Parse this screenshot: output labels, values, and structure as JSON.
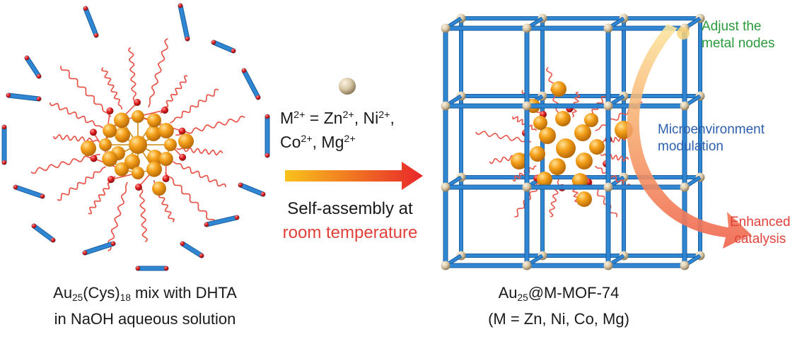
{
  "left_panel": {
    "caption_line1": {
      "species": "Au",
      "subscript_25": "25",
      "ligand": "(Cys)",
      "subscript_18": "18",
      "rest": " mix with DHTA"
    },
    "caption_line2": "in NaOH aqueous solution"
  },
  "middle": {
    "equation": {
      "m": "M",
      "charge": "2+",
      "eq_zn": " = Zn",
      "sep_ni": ", Ni",
      "sep_comma": ",",
      "co": "Co",
      "sep_mg": ", Mg"
    },
    "assembly_line1": "Self-assembly at",
    "assembly_line2": "room temperature"
  },
  "right_panel": {
    "caption_line1": {
      "species": "Au",
      "subscript_25": "25",
      "rest": "@M-MOF-74"
    },
    "caption_line2": "(M = Zn, Ni, Co, Mg)",
    "annotation_top_line1": "Adjust the",
    "annotation_top_line2": "metal nodes",
    "annotation_mid_line1": "Microenvironment",
    "annotation_mid_line2": "modulation",
    "annotation_bottom_line1": "Enhanced",
    "annotation_bottom_line2": "catalysis"
  },
  "colors": {
    "gold_atom": "#f5a11a",
    "sulfur_atom": "#e02020",
    "ligand_chain": "#e8554a",
    "linker_rod": "#2f86d3",
    "metal_node": "#d8c7a6",
    "text_green": "#2a9a3c",
    "text_blue": "#2d5fae",
    "text_red": "#e0413a",
    "arrow_start": "#f9c21b",
    "arrow_end": "#e8262a"
  }
}
